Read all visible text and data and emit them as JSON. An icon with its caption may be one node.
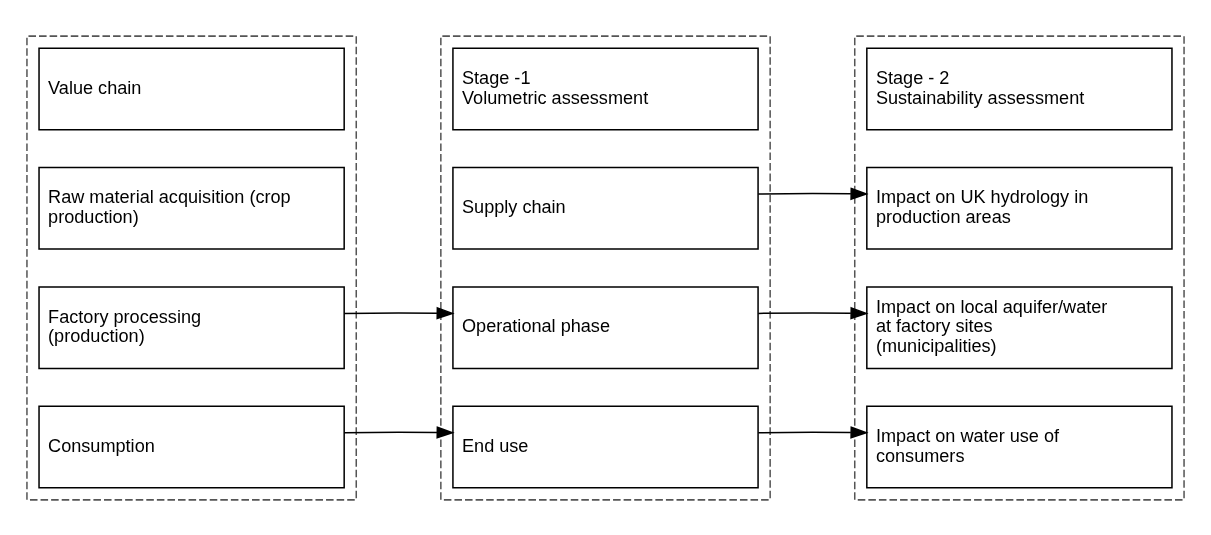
{
  "diagram": {
    "nodes": [
      {
        "text": [],
        "shape": "box"
      },
      {
        "text": [
          "Value chain"
        ],
        "in": 0
      },
      {
        "text": [
          "Raw material acquisition (crop production)"
        ],
        "in": 0
      },
      {
        "text": [
          "Factory processing (production)"
        ],
        "in": 0
      },
      {
        "text": [
          "Consumption"
        ],
        "in": 0
      },
      {
        "text": [],
        "shape": "box"
      },
      {
        "text": [
          "Stage -1",
          "Volumetric assessment"
        ],
        "in": 5
      },
      {
        "text": [
          "Supply chain"
        ],
        "in": 5
      },
      {
        "text": [
          "Operational phase"
        ],
        "in": 5
      },
      {
        "text": [
          "End use"
        ],
        "in": 5
      },
      {
        "text": [],
        "shape": "box"
      },
      {
        "text": [
          "Stage - 2",
          "Sustainability assessment"
        ],
        "in": 10
      },
      {
        "text": [
          "Impact on UK hydrology in production areas"
        ],
        "in": 10
      },
      {
        "text": [
          "Impact on local aquifer/water at factory sites (municipalities)"
        ],
        "in": 10
      },
      {
        "text": [
          "Impact on water use of consumers"
        ],
        "in": 10
      }
    ],
    "edges": [
      {
        "from": 3,
        "to": 8,
        "arrow": "to"
      },
      {
        "from": 4,
        "to": 9,
        "arrow": "to"
      },
      {
        "from": 7,
        "to": 12,
        "arrow": "to"
      },
      {
        "from": 8,
        "to": 13,
        "arrow": "to"
      },
      {
        "from": 9,
        "to": 14,
        "arrow": "to"
      }
    ]
  }
}
